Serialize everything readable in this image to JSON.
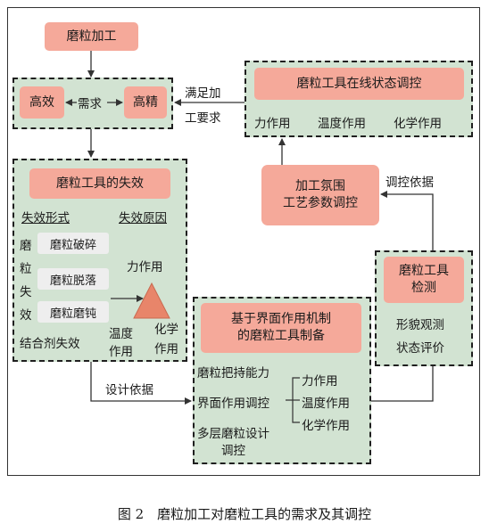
{
  "nodes": {
    "grinding": "磨粒加工",
    "efficiency": "高效",
    "demand": "需求",
    "precision": "高精",
    "satisfy": [
      "满足加",
      "工要求"
    ],
    "online_control": {
      "title": "磨粒工具在线状态调控",
      "items": [
        "力作用",
        "温度作用",
        "化学作用"
      ]
    },
    "atmosphere": [
      "加工氛围",
      "工艺参数调控"
    ],
    "control_basis": "调控依据",
    "failure": {
      "title": "磨粒工具的失效",
      "form_header": "失效形式",
      "cause_header": "失效原因",
      "side_label": [
        "磨",
        "粒",
        "失",
        "效"
      ],
      "forms": [
        "磨粒破碎",
        "磨粒脱落",
        "磨粒磨钝"
      ],
      "binder": "结合剂失效",
      "force": "力作用",
      "temp": [
        "温度",
        "作用"
      ],
      "chem": [
        "化学",
        "作用"
      ]
    },
    "detection": {
      "title": [
        "磨粒工具",
        "检测"
      ],
      "items": [
        "形貌观测",
        "状态评价"
      ]
    },
    "design_basis": "设计依据",
    "fabrication": {
      "title": [
        "基于界面作用机制",
        "的磨粒工具制备"
      ],
      "holding": "磨粒把持能力",
      "interface": "界面作用调控",
      "multilayer": [
        "多层磨粒设计",
        "调控"
      ],
      "effects": [
        "力作用",
        "温度作用",
        "化学作用"
      ]
    }
  },
  "caption": "图 2　磨粒加工对磨粒工具的需求及其调控",
  "colors": {
    "green": "#d2e3d2",
    "pink": "#f5a99a",
    "triangle": "#e8856a"
  }
}
